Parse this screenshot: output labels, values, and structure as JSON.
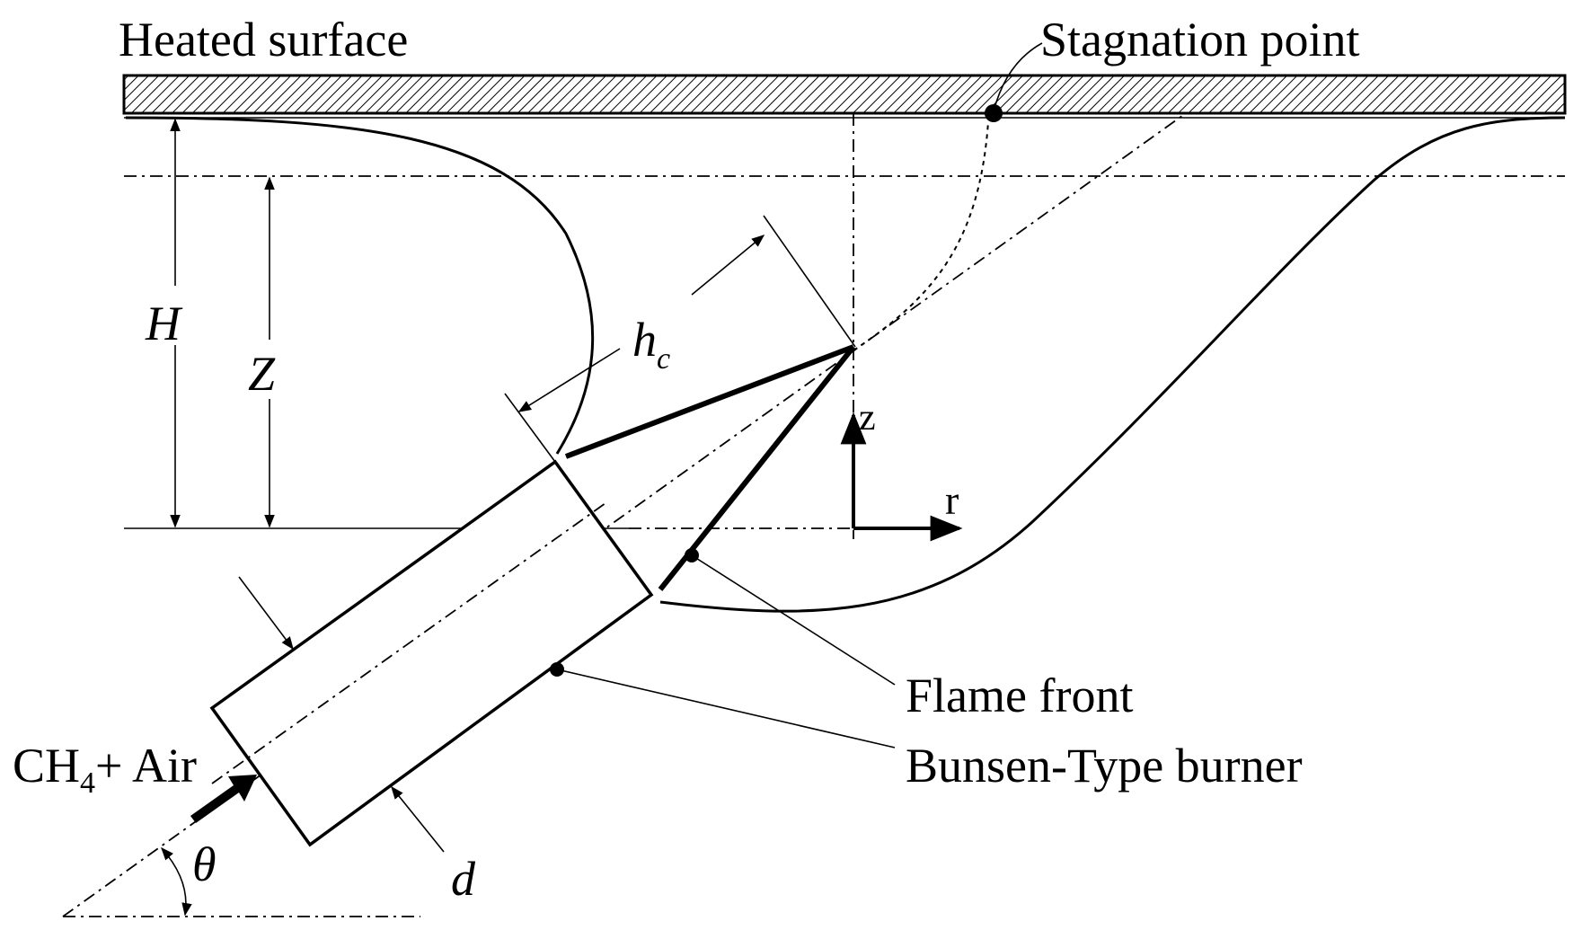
{
  "labels": {
    "heated_surface": "Heated surface",
    "stagnation_point": "Stagnation point",
    "H": "H",
    "Z": "Z",
    "h": "h",
    "h_sub": "c",
    "z_axis": "z",
    "r_axis": "r",
    "flame_front": "Flame front",
    "burner": "Bunsen-Type burner",
    "inlet_main": "CH",
    "inlet_sub": "4",
    "inlet_rest": "+ Air",
    "theta": "θ",
    "d": "d"
  }
}
